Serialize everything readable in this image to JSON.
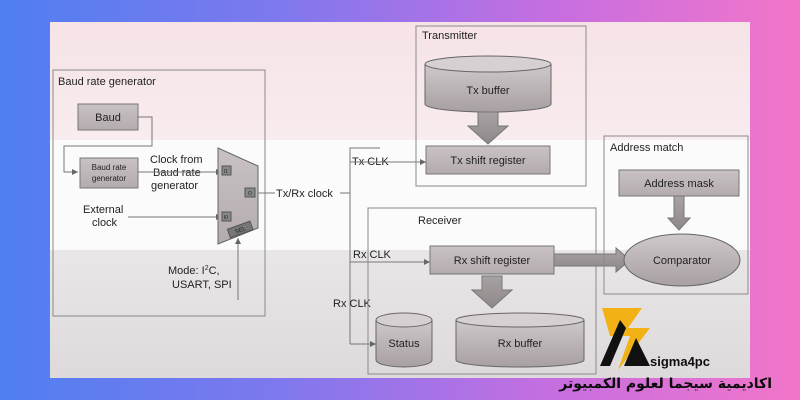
{
  "baud_rate_generator": {
    "title": "Baud rate generator",
    "baud": "Baud",
    "brg_block_line1": "Baud rate",
    "brg_block_line2": "generator",
    "clock_from_line1": "Clock from",
    "clock_from_line2": "Baud rate",
    "clock_from_line3": "generator",
    "external_line1": "External",
    "external_line2": "clock",
    "mode_line1": "Mode: I",
    "mode_sup": "2",
    "mode_line1_tail": "C,",
    "mode_line2": "USART, SPI",
    "mux_in1": "I1",
    "mux_in2": "I0",
    "mux_out": "O",
    "mux_sel": "SEL",
    "txrx_clock": "Tx/Rx clock"
  },
  "transmitter": {
    "title": "Transmitter",
    "tx_buffer": "Tx buffer",
    "tx_shift": "Tx shift register",
    "tx_clk": "Tx CLK"
  },
  "receiver": {
    "title": "Receiver",
    "rx_shift": "Rx shift register",
    "rx_clk_upper": "Rx CLK",
    "rx_clk_lower": "Rx CLK",
    "status": "Status",
    "rx_buffer": "Rx buffer"
  },
  "address_match": {
    "title": "Address match",
    "address_mask": "Address mask",
    "comparator": "Comparator"
  },
  "branding": {
    "logo_text": "sigma4pc",
    "arabic_text": "اكاديمية سيجما لعلوم الكمبيوتر",
    "colors": {
      "gold": "#f2b215",
      "black": "#111111"
    }
  }
}
